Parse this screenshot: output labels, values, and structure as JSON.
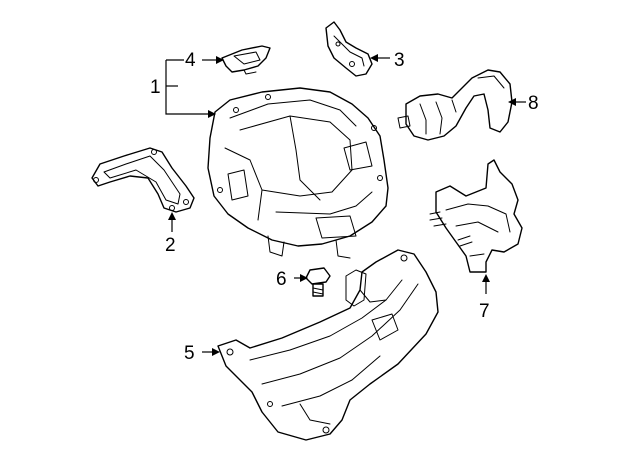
{
  "diagram": {
    "callouts": [
      {
        "id": "1",
        "label": "1"
      },
      {
        "id": "2",
        "label": "2"
      },
      {
        "id": "3",
        "label": "3"
      },
      {
        "id": "4",
        "label": "4"
      },
      {
        "id": "5",
        "label": "5"
      },
      {
        "id": "6",
        "label": "6"
      },
      {
        "id": "7",
        "label": "7"
      },
      {
        "id": "8",
        "label": "8"
      }
    ],
    "parts": [
      {
        "callout": "1",
        "icon": "inverter-assembly-icon"
      },
      {
        "callout": "2",
        "icon": "bracket-gasket-icon"
      },
      {
        "callout": "3",
        "icon": "clip-bracket-icon"
      },
      {
        "callout": "4",
        "icon": "small-clip-icon"
      },
      {
        "callout": "5",
        "icon": "mounting-bracket-icon"
      },
      {
        "callout": "6",
        "icon": "bolt-icon"
      },
      {
        "callout": "7",
        "icon": "connector-bracket-icon"
      },
      {
        "callout": "8",
        "icon": "hose-connector-icon"
      }
    ]
  }
}
